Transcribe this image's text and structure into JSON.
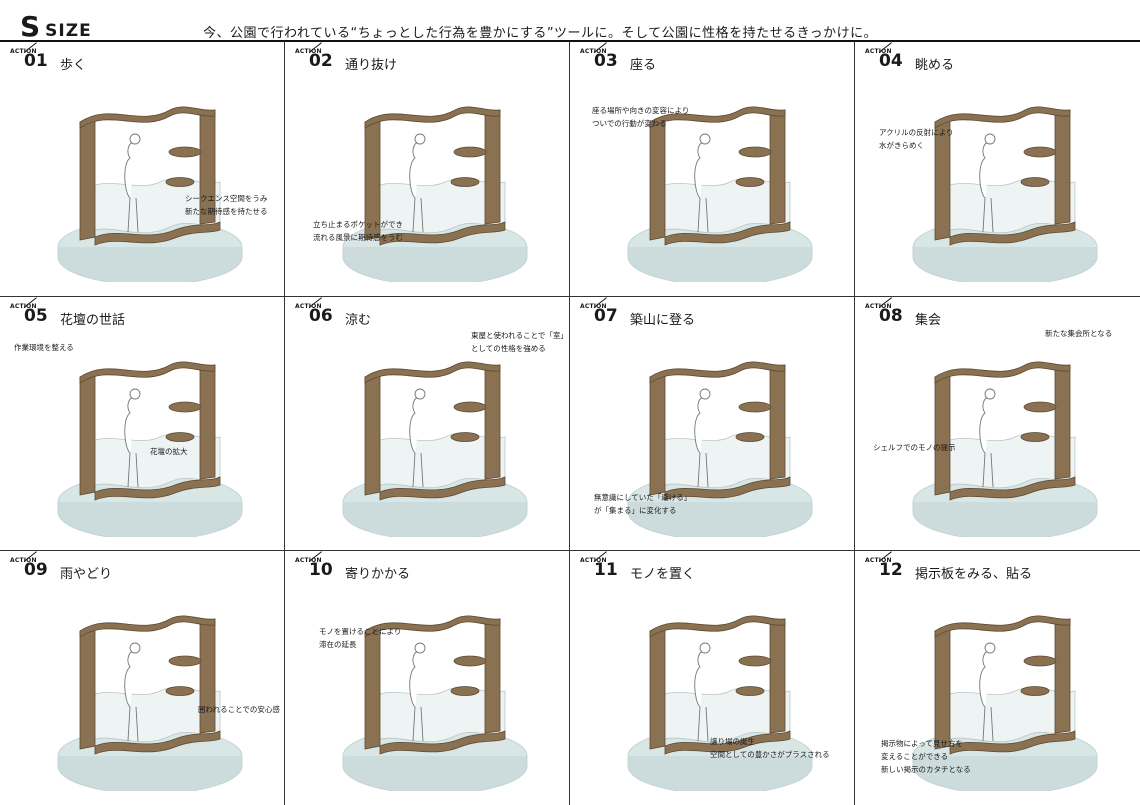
{
  "header": {
    "brand_letter": "S",
    "brand_word": "SIZE",
    "tagline": "今、公園で行われている“ちょっとした行為を豊かにする”ツールに。そして公園に性格を持たせるきっかけに。"
  },
  "action_label": "ACTION",
  "actions": [
    {
      "num": "01",
      "title": "歩く",
      "notes": [
        "シークエンス空間をうみ",
        "新たな期待感を持たせる"
      ]
    },
    {
      "num": "02",
      "title": "通り抜け",
      "notes": [
        "立ち止まるポケットができ",
        "流れる風景に期待感をうむ"
      ]
    },
    {
      "num": "03",
      "title": "座る",
      "notes": [
        "座る場所や向きの変容により",
        "ついでの行動が変わる"
      ]
    },
    {
      "num": "04",
      "title": "眺める",
      "notes": [
        "アクリルの反射により",
        "水がきらめく"
      ]
    },
    {
      "num": "05",
      "title": "花壇の世話",
      "notes": [
        "作業環境を整える",
        "花壇の拡大"
      ]
    },
    {
      "num": "06",
      "title": "涼む",
      "notes": [
        "東屋と使われることで「室」",
        "としての性格を強める"
      ]
    },
    {
      "num": "07",
      "title": "築山に登る",
      "notes": [
        "無意識にしていた「避ける」",
        "が「集まる」に変化する"
      ]
    },
    {
      "num": "08",
      "title": "集会",
      "notes": [
        "新たな集会所となる",
        "シェルフでのモノの提示"
      ]
    },
    {
      "num": "09",
      "title": "雨やどり",
      "notes": [
        "囲われることでの安心感"
      ]
    },
    {
      "num": "10",
      "title": "寄りかかる",
      "notes": [
        "モノを置けることにより",
        "滞在の延長"
      ]
    },
    {
      "num": "11",
      "title": "モノを置く",
      "notes": [
        "譲り場の誕生",
        "空間としての豊かさがプラスされる"
      ]
    },
    {
      "num": "12",
      "title": "掲示板をみる、貼る",
      "notes": [
        "掲示物によって見せ方を",
        "変えることができる",
        "新しい掲示のカタチとなる"
      ]
    }
  ],
  "colors": {
    "wood": "#8a7152",
    "wood_dark": "#5e4a33",
    "base": "#d9e6e6",
    "acrylic": "#eef3f3"
  }
}
